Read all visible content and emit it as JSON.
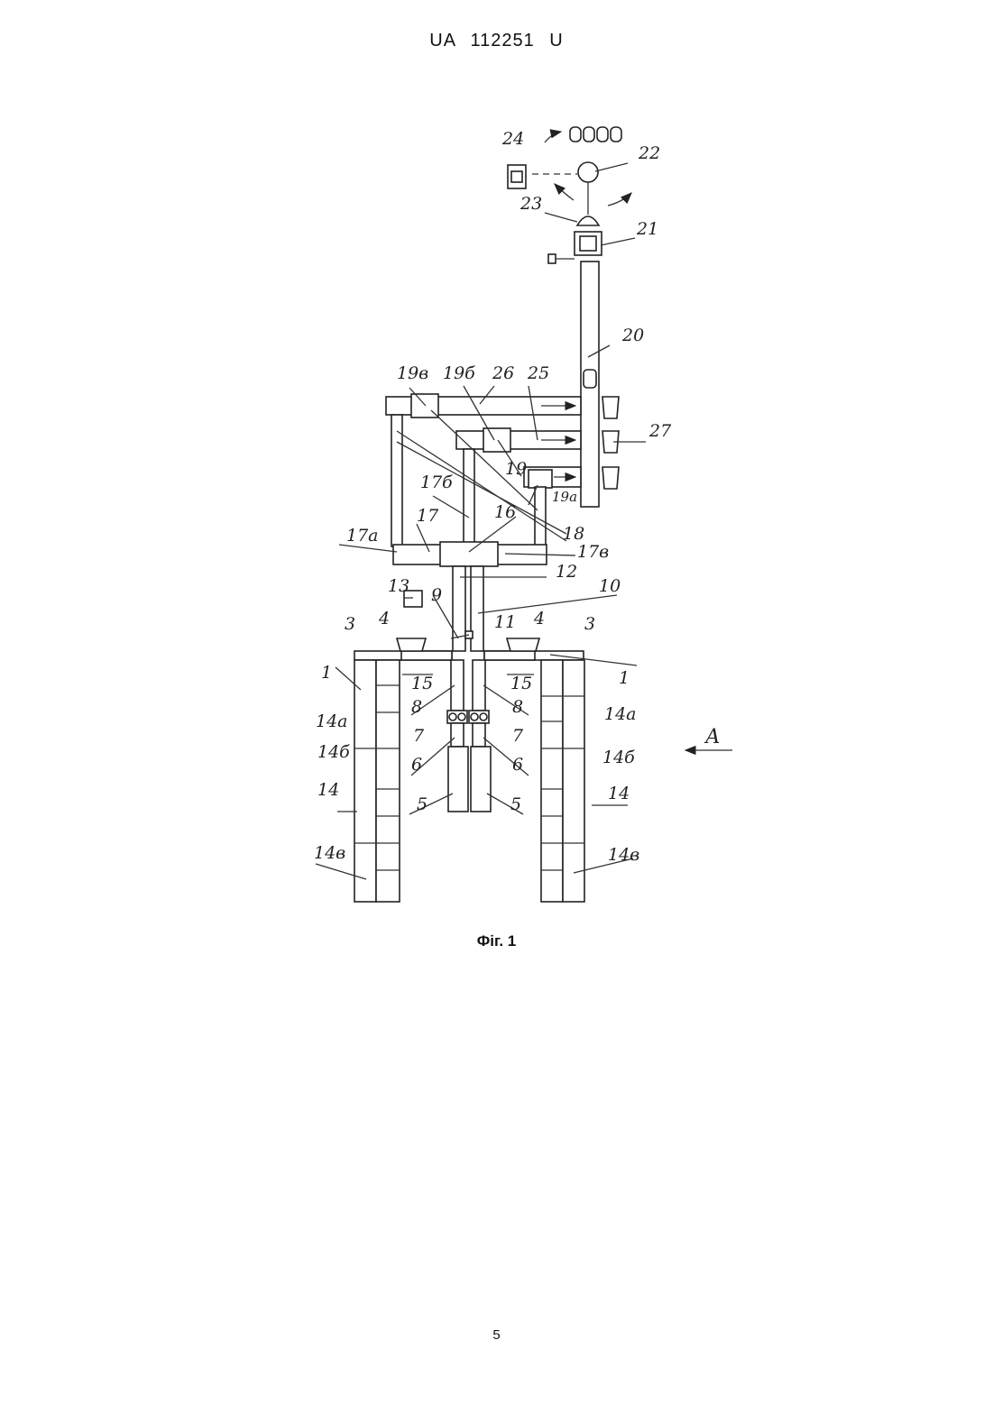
{
  "header": {
    "doc_id": "UA   112251   U"
  },
  "figure": {
    "caption": "Фіг. 1",
    "labels": {
      "l24": "24",
      "l22": "22",
      "l23": "23",
      "l21": "21",
      "l20": "20",
      "l19v": "19в",
      "l19b": "19б",
      "l26": "26",
      "l25": "25",
      "l27": "27",
      "l19": "19",
      "l19a": "19а",
      "l17b": "17б",
      "l17": "17",
      "l16": "16",
      "l18": "18",
      "l17a": "17а",
      "l17v": "17в",
      "l12": "12",
      "l10": "10",
      "l13": "13",
      "l9": "9",
      "l11": "11",
      "l3L": "3",
      "l4L": "4",
      "l4R": "4",
      "l3R": "3",
      "l1L": "1",
      "l1R": "1",
      "l15L": "15",
      "l15R": "15",
      "l8L": "8",
      "l8R": "8",
      "l7L": "7",
      "l7R": "7",
      "l14aL": "14а",
      "l14aR": "14а",
      "l14bL": "14б",
      "l14bR": "14б",
      "l6L": "6",
      "l6R": "6",
      "l14L": "14",
      "l14R": "14",
      "l5L": "5",
      "l5R": "5",
      "l14vL": "14в",
      "l14vR": "14в",
      "lA": "А"
    }
  },
  "footer": {
    "page_number": "5"
  }
}
